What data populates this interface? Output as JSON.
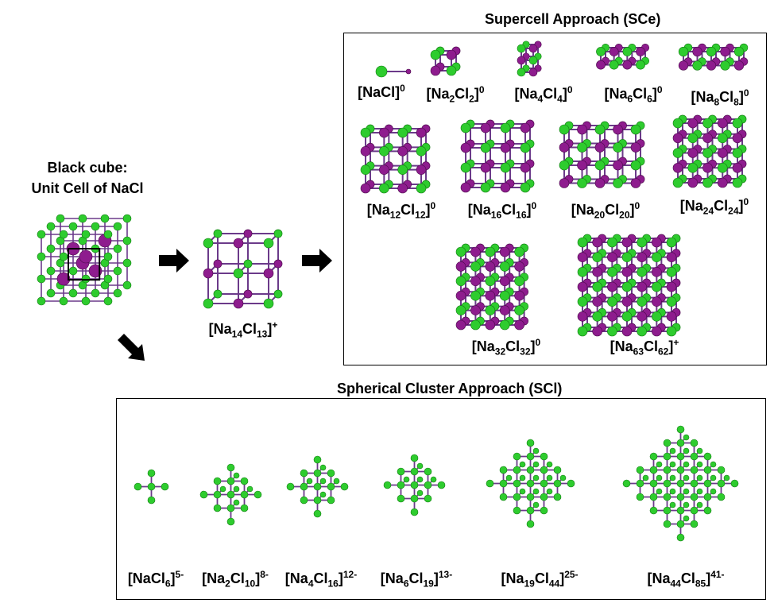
{
  "unit_cell": {
    "title_line1": "Black cube:",
    "title_line2": "Unit Cell of NaCl"
  },
  "intermediate": {
    "base": "[Na",
    "n1": "14",
    "mid": "Cl",
    "n2": "13",
    "close": "]",
    "charge": "+"
  },
  "supercell": {
    "title": "Supercell Approach (SCe)",
    "items": [
      {
        "formula": [
          [
            "[NaCl]",
            ""
          ],
          [
            "",
            ""
          ]
        ],
        "charge": "0",
        "nx": 0,
        "ny": 0
      },
      {
        "formula": [
          [
            "[Na",
            "2"
          ],
          [
            "Cl",
            "2"
          ]
        ],
        "charge": "0",
        "nx": 2,
        "ny": 2
      },
      {
        "formula": [
          [
            "[Na",
            "4"
          ],
          [
            "Cl",
            "4"
          ]
        ],
        "charge": "0",
        "nx": 2,
        "ny": 3
      },
      {
        "formula": [
          [
            "[Na",
            "6"
          ],
          [
            "Cl",
            "6"
          ]
        ],
        "charge": "0",
        "nx": 4,
        "ny": 2
      },
      {
        "formula": [
          [
            "[Na",
            "8"
          ],
          [
            "Cl",
            "8"
          ]
        ],
        "charge": "0",
        "nx": 5,
        "ny": 2
      },
      {
        "formula": [
          [
            "[Na",
            "12"
          ],
          [
            "Cl",
            "12"
          ]
        ],
        "charge": "0",
        "nx": 4,
        "ny": 4
      },
      {
        "formula": [
          [
            "[Na",
            "16"
          ],
          [
            "Cl",
            "16"
          ]
        ],
        "charge": "0",
        "nx": 4,
        "ny": 4
      },
      {
        "formula": [
          [
            "[Na",
            "20"
          ],
          [
            "Cl",
            "20"
          ]
        ],
        "charge": "0",
        "nx": 5,
        "ny": 4
      },
      {
        "formula": [
          [
            "[Na",
            "24"
          ],
          [
            "Cl",
            "24"
          ]
        ],
        "charge": "0",
        "nx": 5,
        "ny": 5
      },
      {
        "formula": [
          [
            "[Na",
            "32"
          ],
          [
            "Cl",
            "32"
          ]
        ],
        "charge": "0",
        "nx": 5,
        "ny": 6
      },
      {
        "formula": [
          [
            "[Na",
            "63"
          ],
          [
            "Cl",
            "62"
          ]
        ],
        "charge": "+",
        "nx": 7,
        "ny": 7
      }
    ]
  },
  "spherical": {
    "title": "Spherical Cluster Approach (SCl)",
    "items": [
      {
        "formula": [
          [
            "[NaCl",
            "6"
          ],
          [
            "",
            ""
          ]
        ],
        "charge": "5-",
        "r": 1
      },
      {
        "formula": [
          [
            "[Na",
            "2"
          ],
          [
            "Cl",
            "10"
          ]
        ],
        "charge": "8-",
        "r": 2
      },
      {
        "formula": [
          [
            "[Na",
            "4"
          ],
          [
            "Cl",
            "16"
          ]
        ],
        "charge": "12-",
        "r": 2
      },
      {
        "formula": [
          [
            "[Na",
            "6"
          ],
          [
            "Cl",
            "19"
          ]
        ],
        "charge": "13-",
        "r": 2
      },
      {
        "formula": [
          [
            "[Na",
            "19"
          ],
          [
            "Cl",
            "44"
          ]
        ],
        "charge": "25-",
        "r": 3
      },
      {
        "formula": [
          [
            "[Na",
            "44"
          ],
          [
            "Cl",
            "85"
          ]
        ],
        "charge": "41-",
        "r": 4
      }
    ]
  },
  "colors": {
    "chlorine": "#2ecc2e",
    "sodium": "#8e1c8e",
    "bond": "#6b3a8a",
    "cell_edge": "#000000"
  }
}
